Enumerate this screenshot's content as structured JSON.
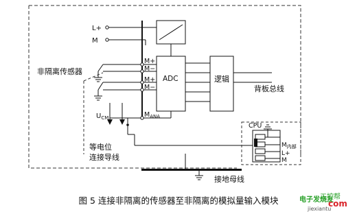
{
  "labels": {
    "l_plus": "L+",
    "m_supply": "M",
    "sensor_group": "非隔离传感器",
    "in0_plus": "M+",
    "in0_minus": "M−",
    "in1_plus": "M+",
    "in1_minus": "M−",
    "adc": "ADC",
    "logic": "逻辑",
    "backplane": "背板总线",
    "ucm_main": "U",
    "ucm_sub": "CM",
    "mana_main": "M",
    "mana_sub": "ANA",
    "cpu": "CPU",
    "cpu_l_plus": "L+",
    "cpu_m": "M",
    "cpu_m_internal_main": "M",
    "cpu_m_internal_sub": "内部",
    "equipotential_1": "等电位",
    "equipotential_2": "连接导线",
    "ground_bus": "接地母线"
  },
  "caption": "图 5 连接非隔离的传感器至非隔离的模拟量输入模块",
  "watermark": {
    "brand": "电子发烧友",
    "site_cn": "工控帮",
    "site_com": "com",
    "site_domain": "jiexiantu"
  },
  "colors": {
    "line": "#111111",
    "dash": "#333333",
    "watermark_green": "#2aa12a",
    "watermark_red": "#d9242a"
  }
}
